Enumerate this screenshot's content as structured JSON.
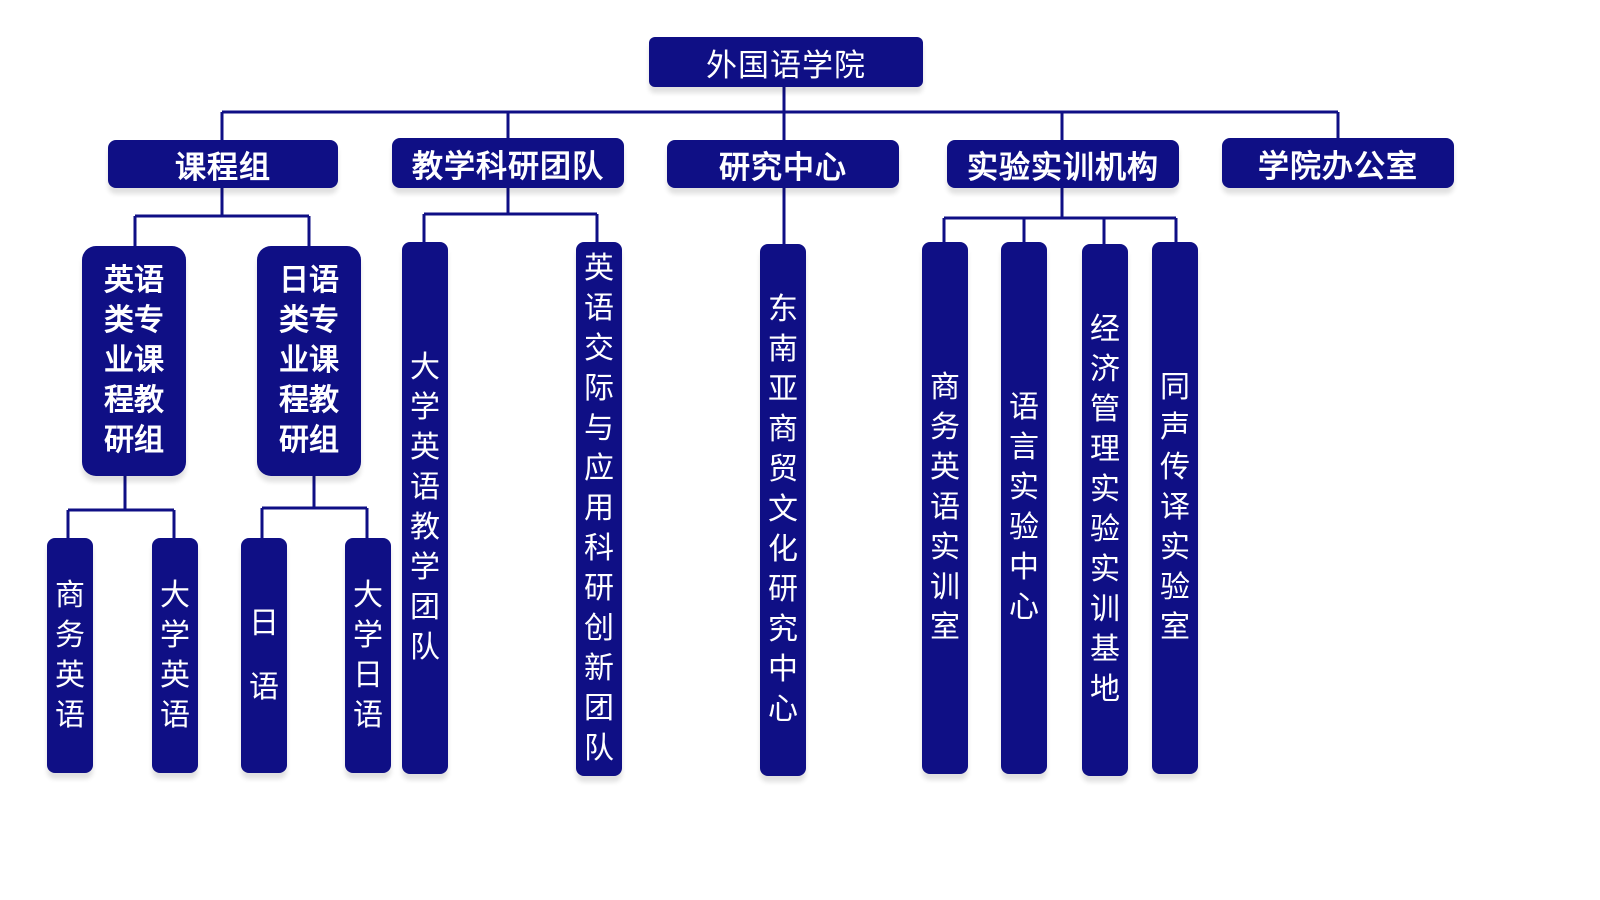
{
  "org": {
    "root": "外国语学院",
    "groups": {
      "course": "课程组",
      "teaching": "教学科研团队",
      "research": "研究中心",
      "lab": "实验实训机构",
      "office": "学院办公室"
    },
    "course_sub": {
      "english": "英语类专业课程教研组",
      "japanese": "日语类专业课程教研组"
    },
    "english_sub": [
      "商务英语",
      "大学英语"
    ],
    "japanese_sub": [
      "日语",
      "大学日语"
    ],
    "teaching_sub": [
      "大学英语教学团队",
      "英语交际与应用科研创新团队"
    ],
    "research_sub": [
      "东南亚商贸文化研究中心"
    ],
    "lab_sub": [
      "商务英语实训室",
      "语言实验中心",
      "经济管理实验实训基地",
      "同声传译实验室"
    ]
  },
  "colors": {
    "node": "#0f0f85",
    "line": "#0f0f85"
  }
}
